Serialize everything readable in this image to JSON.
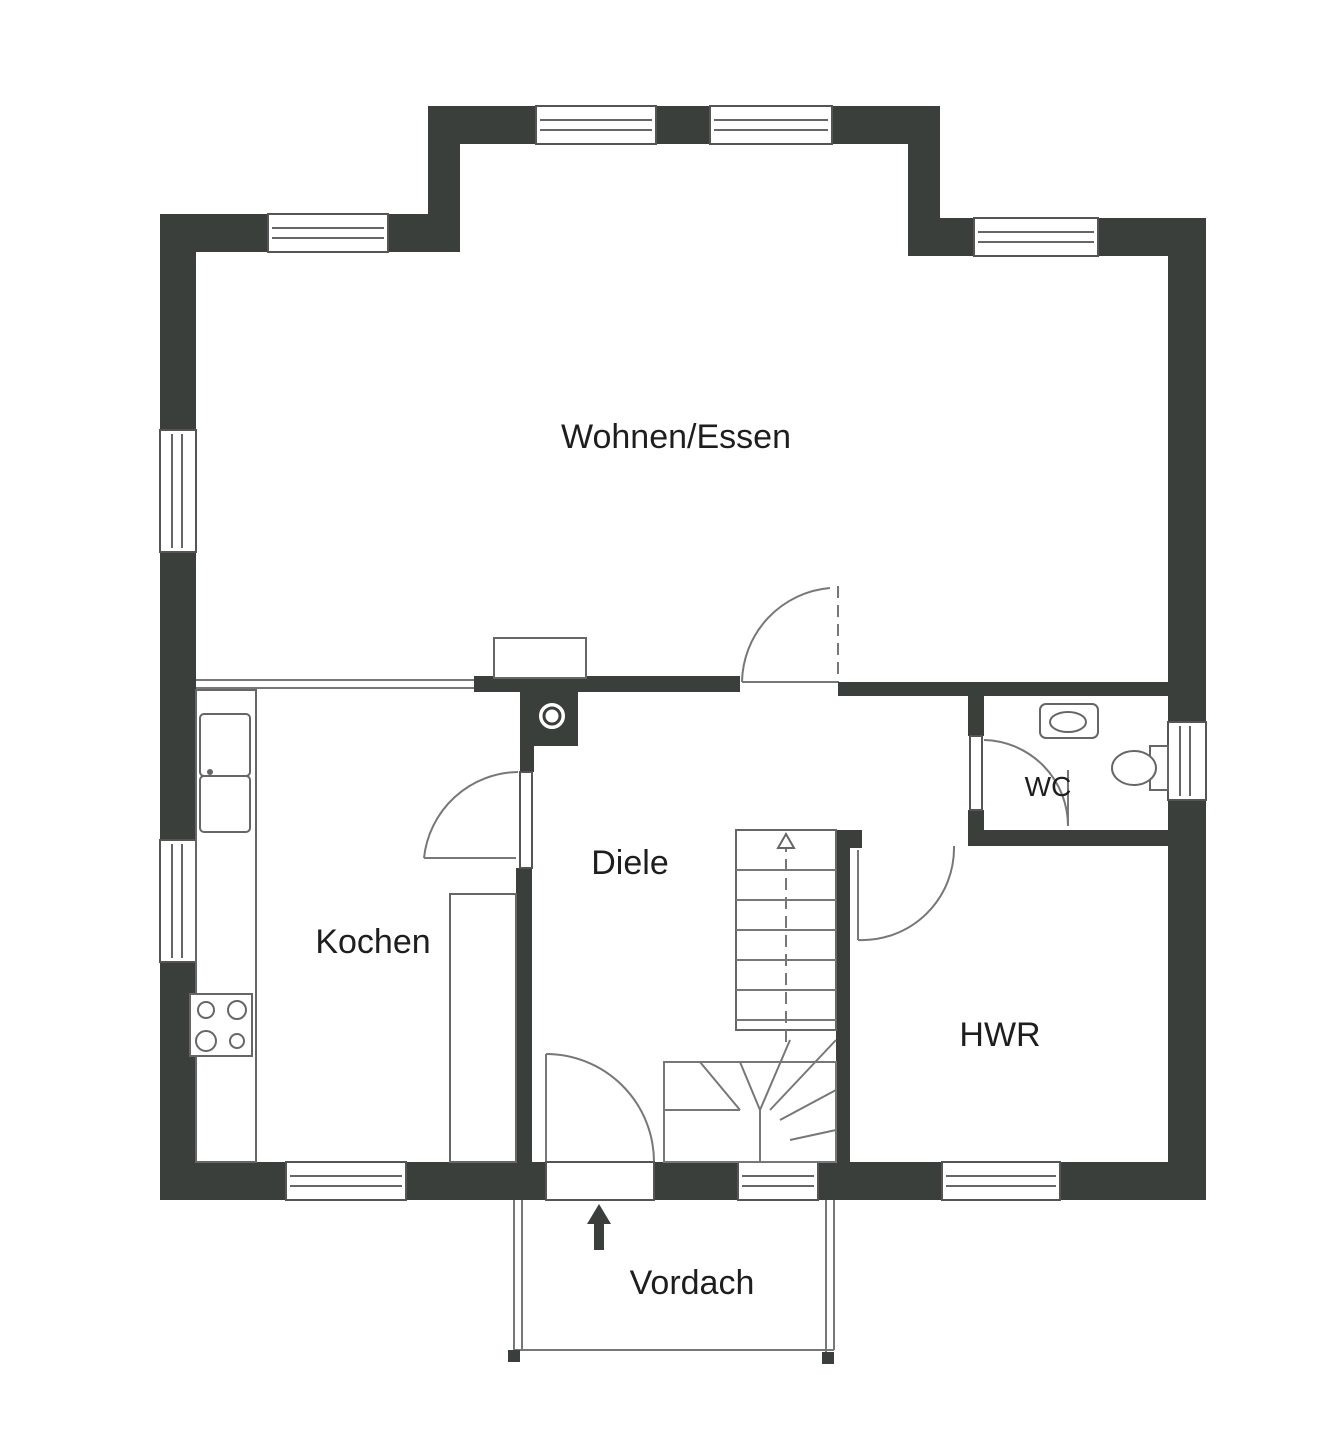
{
  "rooms": {
    "wohnen_essen": "Wohnen/Essen",
    "kochen": "Kochen",
    "diele": "Diele",
    "wc": "WC",
    "hwr": "HWR",
    "vordach": "Vordach"
  },
  "colors": {
    "wall": "#3a3f3c",
    "line": "#777777",
    "label": "#1e1e1e"
  }
}
